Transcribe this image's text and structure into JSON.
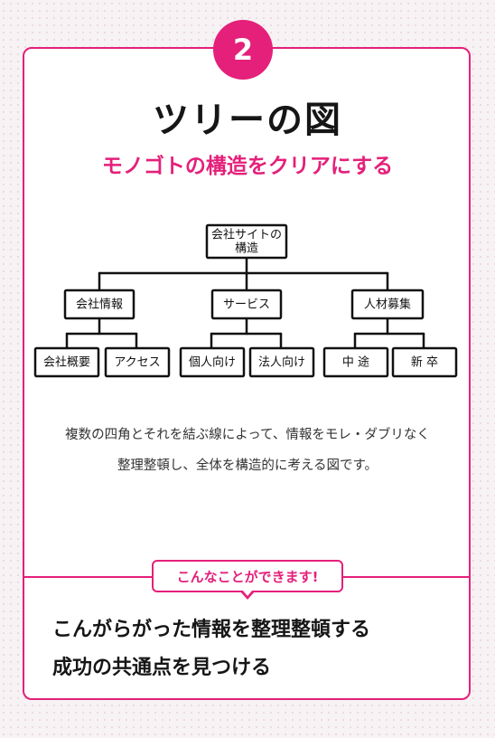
{
  "badge": {
    "number": "2"
  },
  "header": {
    "title": "ツリーの図",
    "subtitle": "モノゴトの構造をクリアにする"
  },
  "tree": {
    "root": {
      "lines": [
        "会社サイトの",
        "構造"
      ]
    },
    "groups": [
      {
        "label": "会社情報",
        "children": [
          "会社概要",
          "アクセス"
        ]
      },
      {
        "label": "サービス",
        "children": [
          "個人向け",
          "法人向け"
        ]
      },
      {
        "label": "人材募集",
        "children": [
          "中 途",
          "新 卒"
        ]
      }
    ]
  },
  "description": {
    "lines": [
      "複数の四角とそれを結ぶ線によって、情報をモレ・ダブリなく",
      "整理整頓し、全体を構造的に考える図です。"
    ]
  },
  "capabilities": {
    "tab_label": "こんなことができます!",
    "items": [
      "こんがらがった情報を整理整頓する",
      "成功の共通点を見つける"
    ]
  }
}
